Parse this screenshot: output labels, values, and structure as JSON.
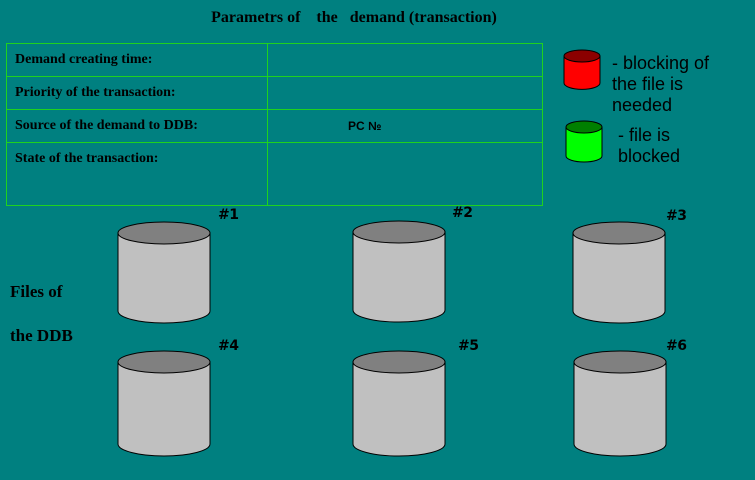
{
  "title": "Parametrs of    the   demand (transaction)",
  "params": {
    "rows": [
      {
        "label": "Demand creating time:",
        "value": ""
      },
      {
        "label": "Priority of the transaction:",
        "value": ""
      },
      {
        "label": "Source of the demand to DDB:",
        "value": "PC №"
      },
      {
        "label": "State of the transaction:",
        "value": ""
      }
    ]
  },
  "legend": {
    "red_text": "- blocking of\nthe file is\nneeded",
    "green_text": "- file is\nblocked",
    "red_color": "#ff0000",
    "green_color": "#00ff00"
  },
  "files_label": {
    "line1": "Files of",
    "line2": "the DDB"
  },
  "files": [
    "#1",
    "#2",
    "#3",
    "#4",
    "#5",
    "#6"
  ],
  "colors": {
    "background": "#008080",
    "grid": "#1fd21f",
    "cylinder_body": "#c0c0c0",
    "cylinder_top": "#808080"
  }
}
